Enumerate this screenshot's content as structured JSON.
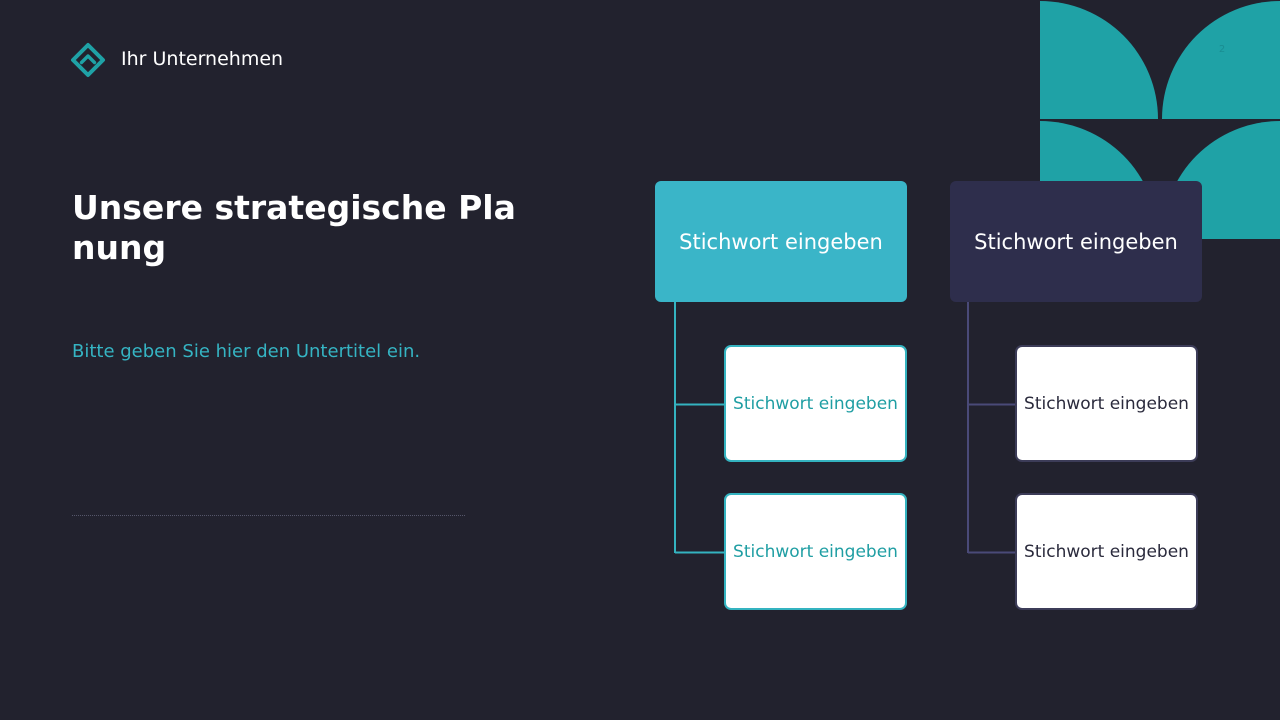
{
  "header": {
    "company_name": "Ihr Unternehmen",
    "page_number": "2"
  },
  "main": {
    "title": "Unsere strategische Planung",
    "subtitle": "Bitte geben Sie hier den Untertitel ein."
  },
  "diagram": {
    "left": {
      "head_label": "Stichwort eingeben",
      "children": [
        "Stichwort eingeben",
        "Stichwort eingeben"
      ]
    },
    "right": {
      "head_label": "Stichwort eingeben",
      "children": [
        "Stichwort eingeben",
        "Stichwort eingeben"
      ]
    }
  },
  "colors": {
    "background": "#22222e",
    "accent_teal": "#3ab5c8",
    "accent_navy": "#2e2e4c",
    "decor_teal": "#1fa2a6",
    "subtitle": "#35b4c3"
  },
  "icons": {
    "logo": "diamond-chevron-logo-icon"
  }
}
